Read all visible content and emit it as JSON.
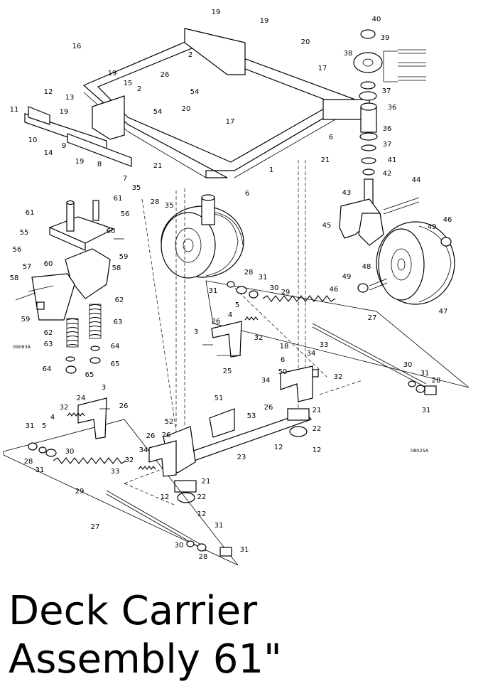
{
  "title_line1": "Deck Carrier",
  "title_line2": "Assembly 61\"",
  "drawing_codes": [
    "09063A",
    "08025A"
  ],
  "callouts": {
    "c1": "1",
    "c2": "2",
    "c2b": "2",
    "c3": "3",
    "c3b": "3",
    "c4": "4",
    "c4b": "4",
    "c5": "5",
    "c5b": "5",
    "c6": "6",
    "c6b": "6",
    "c6c": "6",
    "c7": "7",
    "c8": "8",
    "c9": "9",
    "c10": "10",
    "c11": "11",
    "c12": "12",
    "c12b": "12",
    "c12c": "12",
    "c12d": "12",
    "c12e": "12",
    "c13": "13",
    "c14": "14",
    "c15": "15",
    "c16": "16",
    "c17": "17",
    "c17b": "17",
    "c18": "18",
    "c19": "19",
    "c19b": "19",
    "c19c": "19",
    "c19d": "19",
    "c19e": "19",
    "c20": "20",
    "c20b": "20",
    "c21": "21",
    "c21b": "21",
    "c21c": "21",
    "c21d": "21",
    "c22": "22",
    "c22b": "22",
    "c23": "23",
    "c24": "24",
    "c25": "25",
    "c26": "26",
    "c26b": "26",
    "c26c": "26",
    "c26d": "26",
    "c26e": "26",
    "c26f": "26",
    "c27": "27",
    "c27b": "27",
    "c28": "28",
    "c28b": "28",
    "c28c": "28",
    "c28d": "28",
    "c28e": "28",
    "c29": "29",
    "c29b": "29",
    "c30": "30",
    "c30b": "30",
    "c30c": "30",
    "c30d": "30",
    "c31": "31",
    "c31b": "31",
    "c31c": "31",
    "c31d": "31",
    "c31e": "31",
    "c31f": "31",
    "c31g": "31",
    "c31h": "31",
    "c32": "32",
    "c32b": "32",
    "c32c": "32",
    "c32d": "32",
    "c33": "33",
    "c33b": "33",
    "c34": "34",
    "c34b": "34",
    "c34c": "34",
    "c35": "35",
    "c35b": "35",
    "c36": "36",
    "c36b": "36",
    "c37": "37",
    "c37b": "37",
    "c38": "38",
    "c39": "39",
    "c40": "40",
    "c41": "41",
    "c42": "42",
    "c43": "43",
    "c44": "44",
    "c45": "45",
    "c46": "46",
    "c46b": "46",
    "c47": "47",
    "c48": "48",
    "c49": "49",
    "c49b": "49",
    "c50": "50",
    "c51": "51",
    "c52": "52",
    "c53": "53",
    "c54": "54",
    "c54b": "54",
    "c55": "55",
    "c56": "56",
    "c56b": "56",
    "c57": "57",
    "c58": "58",
    "c58b": "58",
    "c59": "59",
    "c59b": "59",
    "c60": "60",
    "c60b": "60",
    "c61": "61",
    "c61b": "61",
    "c62": "62",
    "c62b": "62",
    "c63": "63",
    "c63b": "63",
    "c64": "64",
    "c64b": "64",
    "c65": "65",
    "c65b": "65"
  }
}
